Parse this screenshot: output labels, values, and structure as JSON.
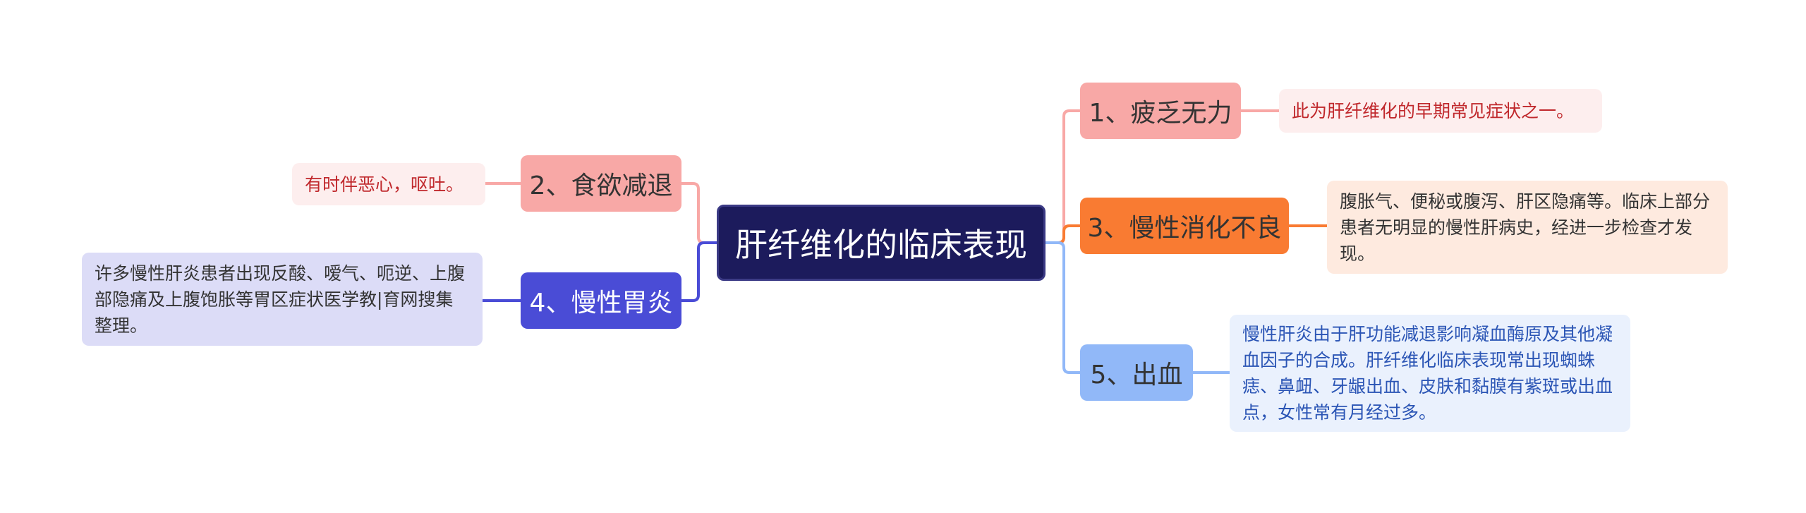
{
  "root": {
    "label": "肝纤维化的临床表现"
  },
  "branches": {
    "b1": {
      "label": "1、疲乏无力",
      "note": "此为肝纤维化的早期常见症状之一。"
    },
    "b2": {
      "label": "2、食欲减退",
      "note": "有时伴恶心，呕吐。"
    },
    "b3": {
      "label": "3、慢性消化不良",
      "note": "腹胀气、便秘或腹泻、肝区隐痛等。临床上部分患者无明显的慢性肝病史，经进一步检查才发现。"
    },
    "b4": {
      "label": "4、慢性胃炎",
      "note": "许多慢性肝炎患者出现反酸、嗳气、呃逆、上腹部隐痛及上腹饱胀等胃区症状医学教|育网搜集整理。"
    },
    "b5": {
      "label": "5、出血",
      "note": "慢性肝炎由于肝功能减退影响凝血酶原及其他凝血因子的合成。肝纤维化临床表现常出现蜘蛛痣、鼻衄、牙龈出血、皮肤和黏膜有紫斑或出血点，女性常有月经过多。"
    }
  },
  "colors": {
    "root": "#1c1b5c",
    "pink": "#f8a8a6",
    "orange": "#f97b32",
    "blue": "#91b8f8",
    "indigo": "#4a4cd6"
  }
}
